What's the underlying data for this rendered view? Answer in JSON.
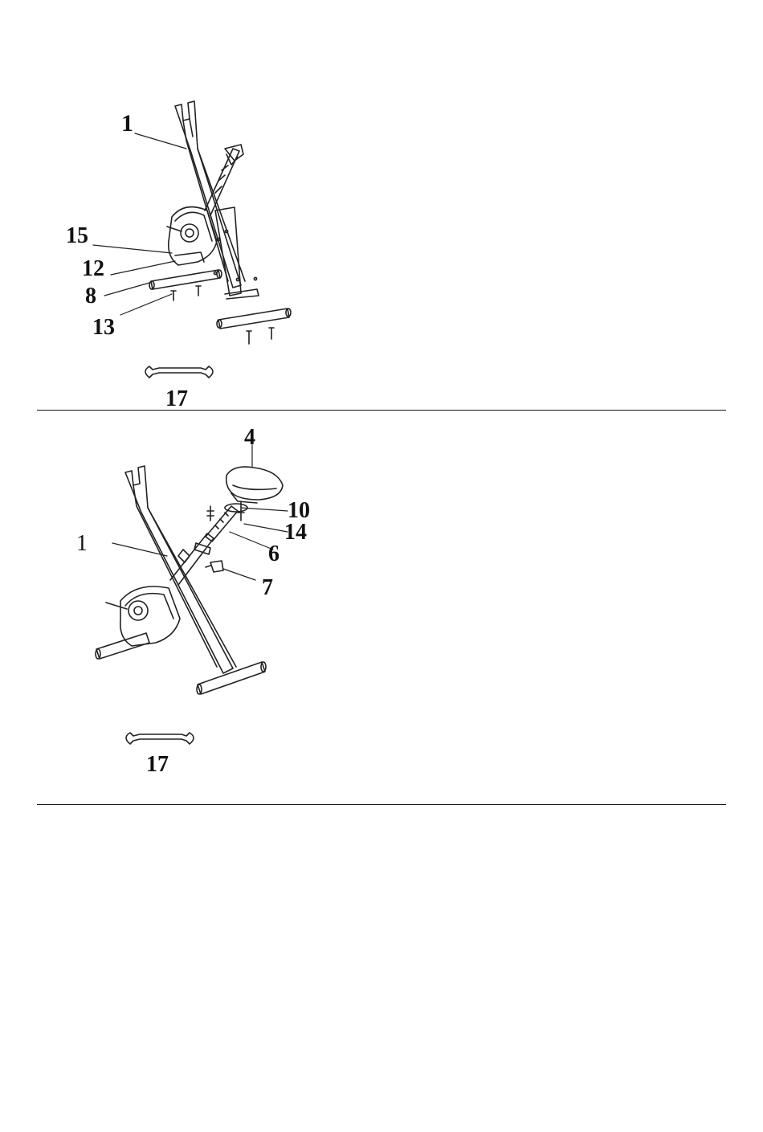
{
  "step1": {
    "labels": {
      "frame": "1",
      "part15": "15",
      "part12": "12",
      "part8": "8",
      "part13": "13",
      "wrench": "17"
    }
  },
  "step2": {
    "labels": {
      "seat": "4",
      "frame": "1",
      "part10": "10",
      "part14": "14",
      "seatpost": "6",
      "knob": "7",
      "wrench": "17"
    }
  }
}
